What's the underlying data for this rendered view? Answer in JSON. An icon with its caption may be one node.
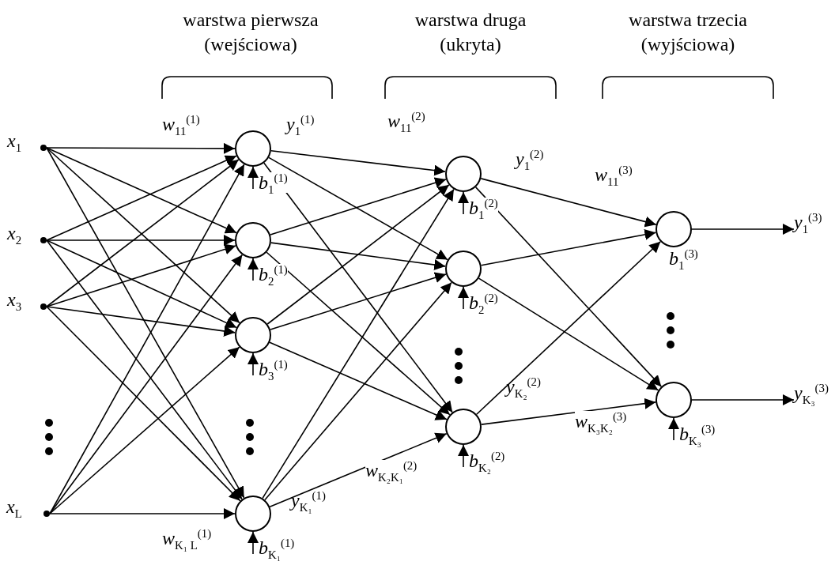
{
  "diagram": {
    "nodes": [
      {
        "text": [
          "*x*$_{1}$"
        ]
      },
      {
        "text": [
          "*x*$_{2}$"
        ]
      },
      {
        "text": [
          "*x*$_{3}$"
        ]
      },
      {
        "text": [
          "*x*$_{L}$"
        ]
      },
      {
        "text": [],
        "shape": "circle",
        "beside": [
          "*y*$_{1}$$^{(1)}$"
        ]
      },
      {
        "text": [],
        "shape": "circle"
      },
      {
        "text": [],
        "shape": "circle"
      },
      {
        "text": [],
        "shape": "circle",
        "beside": [
          "*y*$_{K₁}$$^{(1)}$"
        ]
      },
      {
        "text": [],
        "shape": "circle",
        "beside": [
          "*y*$_{1}$$^{(2)}$"
        ]
      },
      {
        "text": [],
        "shape": "circle"
      },
      {
        "text": [],
        "shape": "circle",
        "beside": [
          "*y*$_{K₂}$$^{(2)}$"
        ]
      },
      {
        "text": [],
        "shape": "circle",
        "beside": [
          "*b*$_{1}$$^{(3)}$"
        ]
      },
      {
        "text": [],
        "shape": "circle"
      },
      {
        "text": [
          "*y*$_{1}$$^{(3)}$"
        ]
      },
      {
        "text": [
          "*y*$_{K₃}$$^{(3)}$"
        ]
      }
    ],
    "edges": [
      {
        "from": 0,
        "to": 4,
        "arrow": "to",
        "label": "*w*$_{11}$$^{(1)}$"
      },
      {
        "from": 0,
        "to": 5,
        "arrow": "to"
      },
      {
        "from": 0,
        "to": 6,
        "arrow": "to"
      },
      {
        "from": 0,
        "to": 7,
        "arrow": "to"
      },
      {
        "from": 1,
        "to": 4,
        "arrow": "to"
      },
      {
        "from": 1,
        "to": 5,
        "arrow": "to"
      },
      {
        "from": 1,
        "to": 6,
        "arrow": "to"
      },
      {
        "from": 1,
        "to": 7,
        "arrow": "to"
      },
      {
        "from": 2,
        "to": 4,
        "arrow": "to"
      },
      {
        "from": 2,
        "to": 5,
        "arrow": "to"
      },
      {
        "from": 2,
        "to": 6,
        "arrow": "to"
      },
      {
        "from": 2,
        "to": 7,
        "arrow": "to"
      },
      {
        "from": 3,
        "to": 4,
        "arrow": "to"
      },
      {
        "from": 3,
        "to": 5,
        "arrow": "to"
      },
      {
        "from": 3,
        "to": 6,
        "arrow": "to"
      },
      {
        "from": 3,
        "to": 7,
        "arrow": "to",
        "label": "*w*$_{K₁ L}$$^{(1)}$"
      },
      {
        "from": 4,
        "to": 8,
        "arrow": "to",
        "label": "*w*$_{11}$$^{(2)}$"
      },
      {
        "from": 4,
        "to": 9,
        "arrow": "to"
      },
      {
        "from": 4,
        "to": 10,
        "arrow": "to"
      },
      {
        "from": 5,
        "to": 8,
        "arrow": "to"
      },
      {
        "from": 5,
        "to": 9,
        "arrow": "to"
      },
      {
        "from": 5,
        "to": 10,
        "arrow": "to"
      },
      {
        "from": 6,
        "to": 8,
        "arrow": "to"
      },
      {
        "from": 6,
        "to": 9,
        "arrow": "to"
      },
      {
        "from": 6,
        "to": 10,
        "arrow": "to"
      },
      {
        "from": 7,
        "to": 8,
        "arrow": "to"
      },
      {
        "from": 7,
        "to": 9,
        "arrow": "to"
      },
      {
        "from": 7,
        "to": 10,
        "arrow": "to",
        "label": "*w*$_{K₂K₁}$$^{(2)}$"
      },
      {
        "from": 8,
        "to": 11,
        "arrow": "to",
        "label": "*w*$_{11}$$^{(3)}$"
      },
      {
        "from": 8,
        "to": 12,
        "arrow": "to"
      },
      {
        "from": 9,
        "to": 11,
        "arrow": "to"
      },
      {
        "from": 9,
        "to": 12,
        "arrow": "to"
      },
      {
        "from": 10,
        "to": 11,
        "arrow": "to"
      },
      {
        "from": 10,
        "to": 12,
        "arrow": "to",
        "label": "*w*$_{K₃K₂}$$^{(3)}$"
      },
      {
        "from": 11,
        "to": 13,
        "arrow": "to"
      },
      {
        "from": 12,
        "to": 14,
        "arrow": "to"
      },
      {
        "from": null,
        "to": 4,
        "arrow": "to",
        "label": "*b*$_{1}$$^{(1)}$"
      },
      {
        "from": null,
        "to": 5,
        "arrow": "to",
        "label": "*b*$_{2}$$^{(1)}$"
      },
      {
        "from": null,
        "to": 6,
        "arrow": "to",
        "label": "*b*$_{3}$$^{(1)}$"
      },
      {
        "from": null,
        "to": 7,
        "arrow": "to",
        "label": "*b*$_{K₁}$$^{(1)}$"
      },
      {
        "from": null,
        "to": 8,
        "arrow": "to",
        "label": "*b*$_{1}$$^{(2)}$"
      },
      {
        "from": null,
        "to": 9,
        "arrow": "to",
        "label": "*b*$_{2}$$^{(2)}$"
      },
      {
        "from": null,
        "to": 10,
        "arrow": "to",
        "label": "*b*$_{K₂}$$^{(2)}$"
      },
      {
        "from": null,
        "to": 12,
        "arrow": "to",
        "label": "*b*$_{K₃}$$^{(3)}$"
      }
    ],
    "labels": [
      "warstwa pierwsza (wejściowa)",
      "warstwa druga (ukryta)",
      "warstwa trzecia (wyjściowa)"
    ]
  }
}
